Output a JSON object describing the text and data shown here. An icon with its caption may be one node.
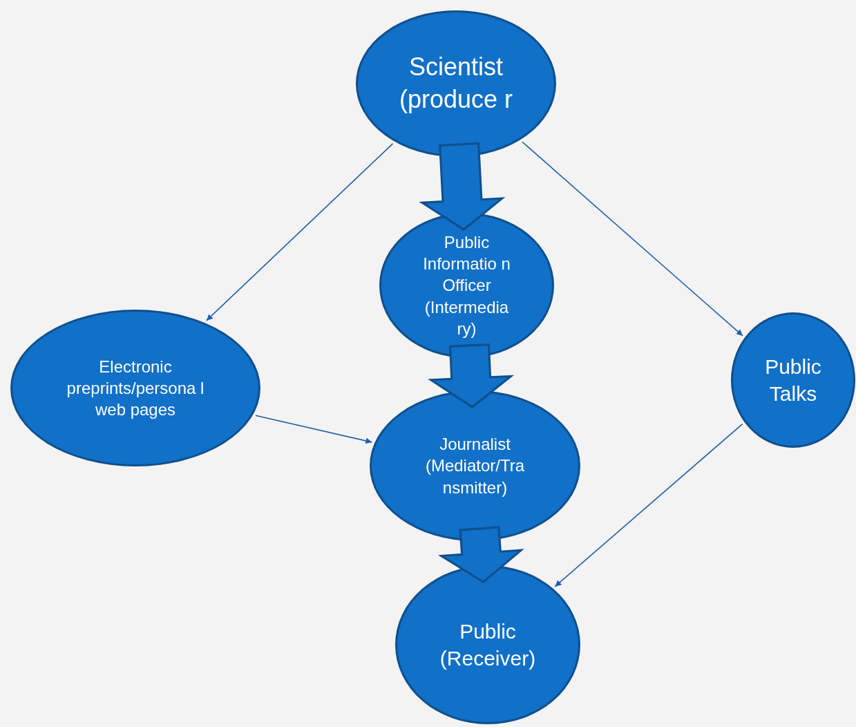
{
  "diagram": {
    "nodes": [
      {
        "text": [
          "Scientist (produce r"
        ]
      },
      {
        "text": [
          "Public Informatio n Officer (Intermedia ry)"
        ]
      },
      {
        "text": [
          "Electronic preprints/persona l web pages"
        ]
      },
      {
        "text": [
          "Journalist (Mediator/Tra nsmitter)"
        ]
      },
      {
        "text": [
          "Public Talks"
        ]
      },
      {
        "text": [
          "Public (Receiver)"
        ]
      }
    ],
    "edges": [
      {
        "from": 0,
        "to": 2,
        "arrow": "to"
      },
      {
        "from": 0,
        "to": 1,
        "arrow": "to",
        "style": "thick"
      },
      {
        "from": 0,
        "to": 4,
        "arrow": "to"
      },
      {
        "from": 2,
        "to": 3,
        "arrow": "to"
      },
      {
        "from": 1,
        "to": 3,
        "arrow": "to",
        "style": "thick"
      },
      {
        "from": 3,
        "to": 5,
        "arrow": "to",
        "style": "thick"
      },
      {
        "from": 4,
        "to": 5,
        "arrow": "to"
      }
    ]
  }
}
